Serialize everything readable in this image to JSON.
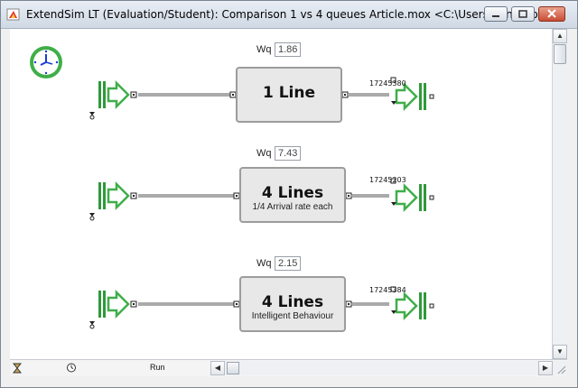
{
  "window": {
    "title": "ExtendSim LT (Evaluation/Student): Comparison 1 vs 4 queues Article.mox   <C:\\Users\\Rene\\Do..."
  },
  "models": [
    {
      "wq_label": "Wq",
      "wq_value": "1.86",
      "block_title": "1 Line",
      "block_subtitle": "",
      "exit_count": "17245380"
    },
    {
      "wq_label": "Wq",
      "wq_value": "7.43",
      "block_title": "4 Lines",
      "block_subtitle": "1/4 Arrival rate each",
      "exit_count": "17245203"
    },
    {
      "wq_label": "Wq",
      "wq_value": "2.15",
      "block_title": "4 Lines",
      "block_subtitle": "Intelligent Behaviour",
      "exit_count": "17245384"
    }
  ],
  "statusbar": {
    "run_label": "Run"
  },
  "colors": {
    "arrow_green": "#3fae49",
    "bar_green": "#2e9a3a",
    "block_fill": "#e8e8e8"
  },
  "icons": [
    "app-icon",
    "minimize-icon",
    "maximize-icon",
    "close-icon",
    "clock-icon",
    "hourglass-icon",
    "stopwatch-icon",
    "create-block-icon",
    "exit-block-icon"
  ]
}
